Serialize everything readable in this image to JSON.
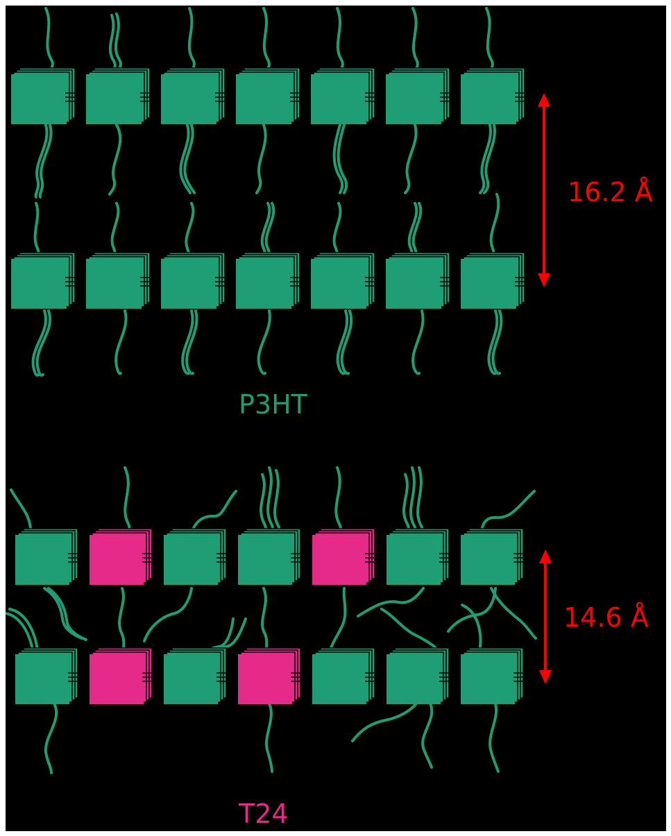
{
  "colors": {
    "background": "#000000",
    "page": "#ffffff",
    "green": "#1f9e76",
    "magenta": "#e62a8a",
    "red": "#ff0000"
  },
  "panels": [
    {
      "name": "P3HT",
      "label": "P3HT",
      "label_color": "#1f9e76",
      "spacing_label": "16.2 Å",
      "rows": [
        [
          "green",
          "green",
          "green",
          "green",
          "green",
          "green",
          "green"
        ],
        [
          "green",
          "green",
          "green",
          "green",
          "green",
          "green",
          "green"
        ]
      ]
    },
    {
      "name": "T24",
      "label": "T24",
      "label_color": "#e62a8a",
      "spacing_label": "14.6 Å",
      "rows": [
        [
          "green",
          "magenta",
          "green",
          "green",
          "magenta",
          "green",
          "green"
        ],
        [
          "green",
          "magenta",
          "green",
          "magenta",
          "green",
          "green",
          "green"
        ]
      ]
    }
  ]
}
